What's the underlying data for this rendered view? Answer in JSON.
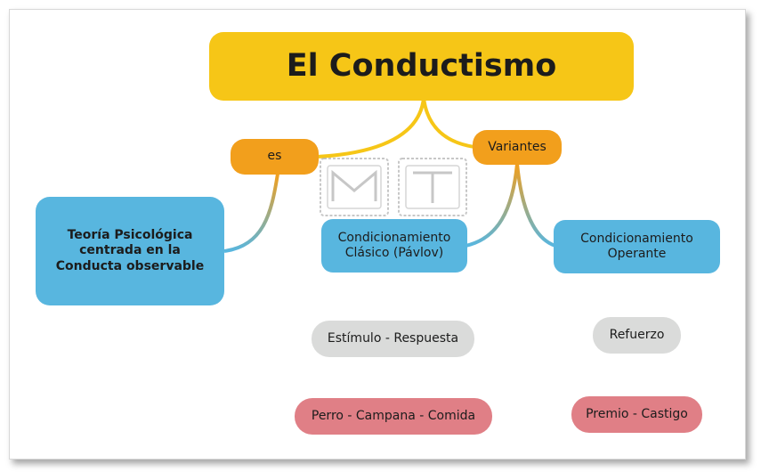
{
  "diagram": {
    "title": "El Conductismo",
    "link_es": "es",
    "link_variantes": "Variantes",
    "theory": "Teoría Psicológica centrada en la Conducta observable",
    "classical": "Condicionamiento Clásico (Pávlov)",
    "operant": "Condicionamiento Operante",
    "stimulus_response": "Estímulo - Respuesta",
    "dog_bell_food": "Perro - Campana - Comida",
    "reinforcement": "Refuerzo",
    "reward_punishment": "Premio - Castigo"
  },
  "colors": {
    "title_bg": "#f6c617",
    "link_bg": "#f29f1c",
    "concept_bg": "#58b6df",
    "process_bg": "#dadbda",
    "example_bg": "#e07f86"
  }
}
